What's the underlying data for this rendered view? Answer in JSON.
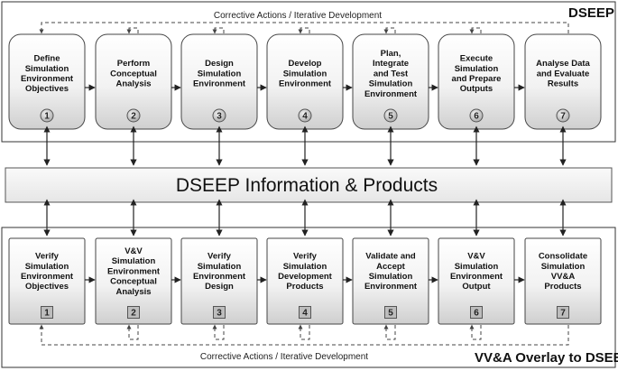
{
  "dseep": {
    "title": "DSEEP",
    "feedback_label": "Corrective Actions / Iterative Development",
    "steps": [
      {
        "lines": [
          "Define",
          "Simulation",
          "Environment",
          "Objectives"
        ],
        "number": "1"
      },
      {
        "lines": [
          "Perform",
          "Conceptual",
          "Analysis"
        ],
        "number": "2"
      },
      {
        "lines": [
          "Design",
          "Simulation",
          "Environment"
        ],
        "number": "3"
      },
      {
        "lines": [
          "Develop",
          "Simulation",
          "Environment"
        ],
        "number": "4"
      },
      {
        "lines": [
          "Plan,",
          "Integrate",
          "and Test",
          "Simulation",
          "Environment"
        ],
        "number": "5"
      },
      {
        "lines": [
          "Execute",
          "Simulation",
          "and Prepare",
          "Outputs"
        ],
        "number": "6"
      },
      {
        "lines": [
          "Analyse Data",
          "and Evaluate",
          "Results"
        ],
        "number": "7"
      }
    ]
  },
  "info_bar": {
    "label": "DSEEP Information & Products"
  },
  "overlay": {
    "title": "VV&A Overlay to DSEEP",
    "feedback_label": "Corrective Actions / Iterative Development",
    "steps": [
      {
        "lines": [
          "Verify",
          "Simulation",
          "Environment",
          "Objectives"
        ],
        "number": "1"
      },
      {
        "lines": [
          "V&V",
          "Simulation",
          "Environment",
          "Conceptual",
          "Analysis"
        ],
        "number": "2"
      },
      {
        "lines": [
          "Verify",
          "Simulation",
          "Environment",
          "Design"
        ],
        "number": "3"
      },
      {
        "lines": [
          "Verify",
          "Simulation",
          "Development",
          "Products"
        ],
        "number": "4"
      },
      {
        "lines": [
          "Validate and",
          "Accept",
          "Simulation",
          "Environment"
        ],
        "number": "5"
      },
      {
        "lines": [
          "V&V",
          "Simulation",
          "Environment",
          "Output"
        ],
        "number": "6"
      },
      {
        "lines": [
          "Consolidate",
          "Simulation",
          "VV&A",
          "Products"
        ],
        "number": "7"
      }
    ]
  }
}
